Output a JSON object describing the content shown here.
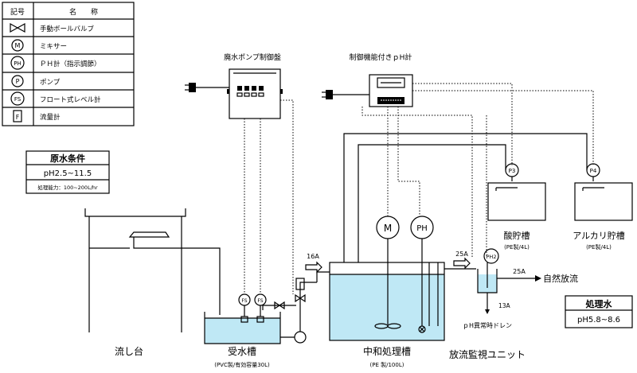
{
  "legend": {
    "header_symbol": "記号",
    "header_name": "名　　称",
    "rows": [
      {
        "icon": "ball-valve-icon",
        "symbol": "",
        "name": "手動ボールバルブ"
      },
      {
        "icon": "mixer-icon",
        "symbol": "M",
        "name": "ミキサー"
      },
      {
        "icon": "ph-meter-icon",
        "symbol": "PH",
        "name": "ＰＨ計（指示調節）"
      },
      {
        "icon": "pump-icon",
        "symbol": "P",
        "name": "ポンプ"
      },
      {
        "icon": "float-switch-icon",
        "symbol": "FS",
        "name": "フロート式レベル計"
      },
      {
        "icon": "flowmeter-icon",
        "symbol": "F",
        "name": "流量計"
      }
    ]
  },
  "raw_water": {
    "title": "原水条件",
    "ph": "pH2.5~11.5",
    "capacity": "処理能力：100~200L/hr"
  },
  "treated_water": {
    "title": "処理水",
    "ph": "pH5.8~8.6"
  },
  "labels": {
    "pump_panel": "廃水ポンプ制御盤",
    "ph_controller": "制御機能付きｐH計",
    "sink": "流し台",
    "receiving_tank": "受水槽",
    "receiving_tank_spec": "(PVC製/有効容量30L)",
    "neutralization_tank": "中和処理槽",
    "neutralization_tank_spec": "(PE 製/100L)",
    "acid_tank": "酸貯槽",
    "acid_tank_spec": "(PE製/4L)",
    "alkali_tank": "アルカリ貯槽",
    "alkali_tank_spec": "(PE製/4L)",
    "monitor_unit": "放流監視ユニット",
    "ph_drain": "ｐH異常時ドレン",
    "discharge": "自然放流",
    "pipe_16a": "16A",
    "pipe_25a_in": "25A",
    "pipe_25a_out": "25A",
    "pipe_13a": "13A",
    "pump_p3": "P3",
    "pump_p4": "P4",
    "mixer_symbol": "M",
    "ph_symbol": "PH",
    "ph2_symbol": "PH2"
  }
}
